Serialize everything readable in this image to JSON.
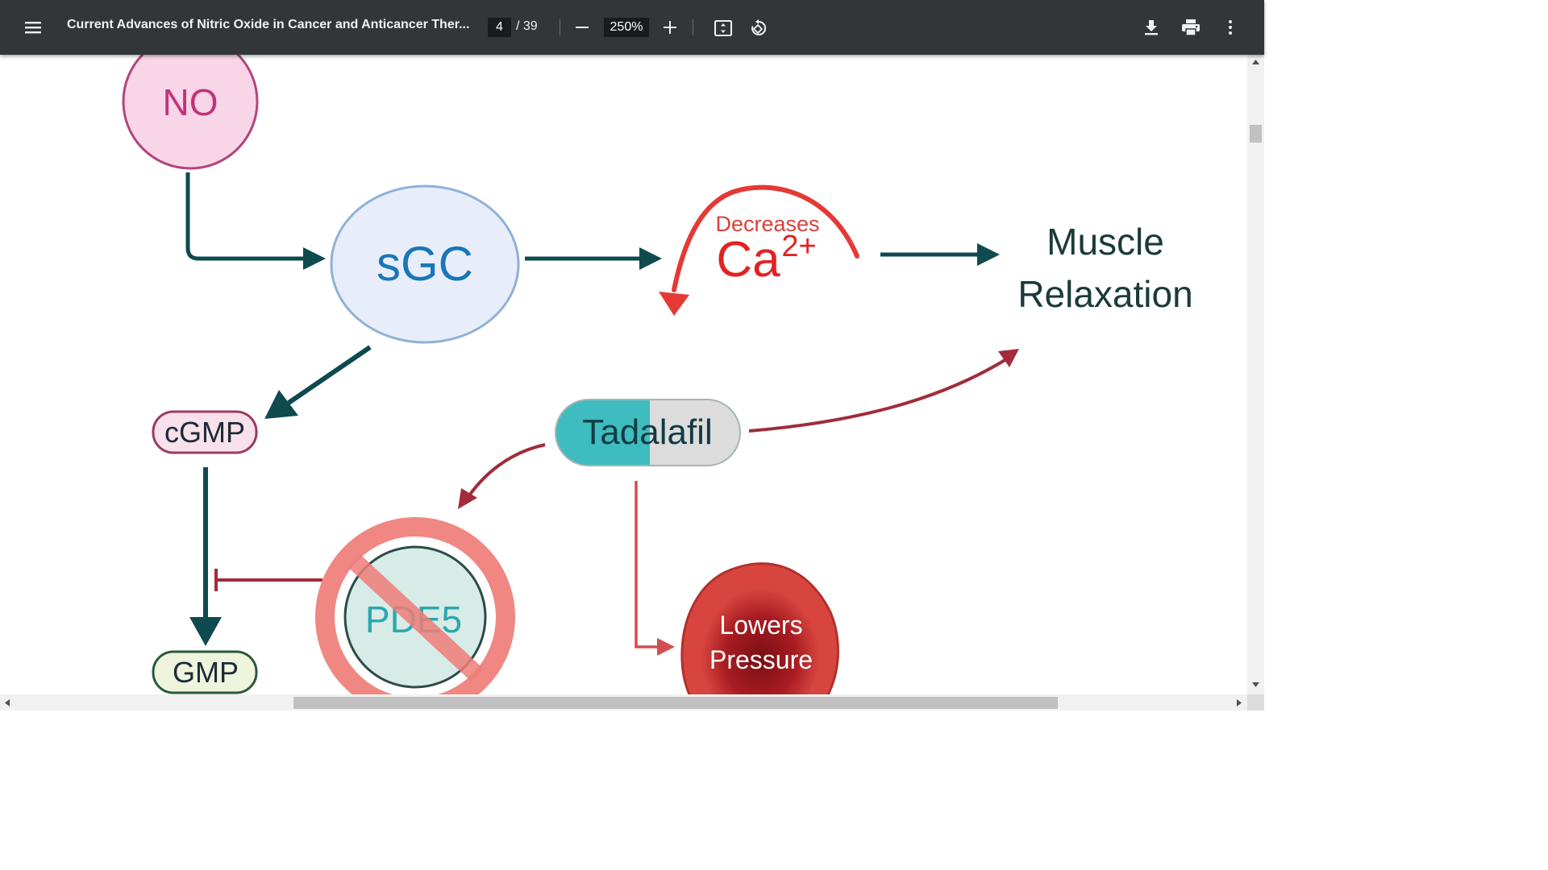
{
  "toolbar": {
    "title": "Current Advances of Nitric Oxide in Cancer and Anticancer Ther...",
    "page_current": "4",
    "page_total": "/ 39",
    "zoom": "250%",
    "icons": [
      "menu-icon",
      "zoom-out-icon",
      "zoom-in-icon",
      "fit-page-icon",
      "rotate-icon",
      "download-icon",
      "print-icon",
      "more-vert-icon"
    ]
  },
  "diagram": {
    "no": "NO",
    "sgc": "sGC",
    "decreases": "Decreases",
    "ca": "Ca",
    "ca_sup": "2+",
    "muscle_1": "Muscle",
    "muscle_2": "Relaxation",
    "cgmp": "cGMP",
    "tadalafil": "Tadalafil",
    "pde5": "PDE5",
    "gmp": "GMP",
    "lowers": "Lowers",
    "pressure": "Pressure"
  },
  "colors": {
    "toolbar_bg": "#323639",
    "dark_teal": "#0e4a4f",
    "red_arrow": "#a12c3a",
    "ca_red": "#e53935",
    "sgc_blue": "#1976b8",
    "no_pink": "#c2337a"
  }
}
